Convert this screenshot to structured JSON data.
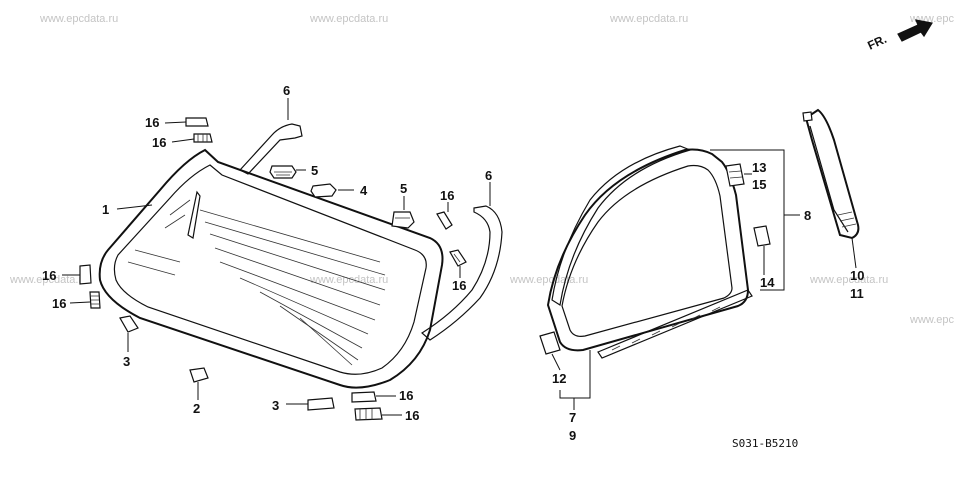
{
  "watermarks": [
    "www.epcdata.ru",
    "www.epcdata.ru",
    "www.epcdata.ru",
    "www.epc",
    "www.epcdata.ru",
    "www.epcdata.ru",
    "www.epcdata.ru",
    "www.epcdata.ru",
    "www.epc"
  ],
  "direction_label": "FR.",
  "diagram_code": "S031-B5210",
  "callouts": {
    "c1": "1",
    "c2": "2",
    "c3a": "3",
    "c3b": "3",
    "c4": "4",
    "c5a": "5",
    "c5b": "5",
    "c6a": "6",
    "c6b": "6",
    "c7": "7",
    "c8": "8",
    "c9": "9",
    "c10": "10",
    "c11": "11",
    "c12": "12",
    "c13": "13",
    "c14": "14",
    "c15": "15",
    "c16a": "16",
    "c16b": "16",
    "c16c": "16",
    "c16d": "16",
    "c16e": "16",
    "c16f": "16",
    "c16g": "16",
    "c16h": "16"
  }
}
